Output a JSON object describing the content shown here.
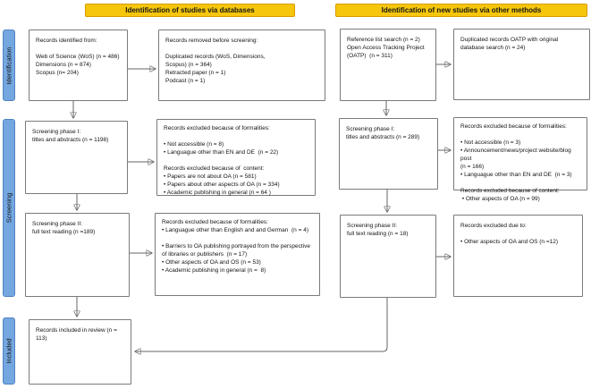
{
  "headers": {
    "databases": "Identification of studies via databases",
    "other_methods": "Identification of new studies via other methods"
  },
  "sidebar": {
    "identification": "Identification",
    "screening": "Screening",
    "included": "Included"
  },
  "boxes": {
    "db_identified": {
      "text": "Records identified from:\n\nWeb of Science (WoS) (n = 486)\nDimensions (n = 874)\nScopus (n= 204)"
    },
    "db_removed": {
      "text": "Records removed before screening:\n\nDuplicated records (WoS, Dimensions,\nScopus) (n = 364)\nRetracted paper (n = 1)\nPodcast (n = 1)"
    },
    "db_screening1": {
      "text": "Screening phase I:\ntitles and abstracts (n = 1198)"
    },
    "db_excluded1": {
      "text": "Records excluded because of formalities:\n\n• Not accessible (n = 8)\n• Languague other than EN and DE  (n = 22)\n\nRecords excluded because of  content:\n• Papers are not about OA (n = 581)\n• Papers about other aspects of OA (n = 334)\n• Academic publishing in general (n = 64 )"
    },
    "db_screening2": {
      "text": "Screening phase II:\nfull text reading (n =189)"
    },
    "db_excluded2": {
      "text": "Records excluded because of formalities:\n• Languague other than English and and German  (n = 4)\n\n• Barriers to OA publishing portrayed from the perspective\nof libraries or publishers  (n = 17)\n• Other aspects of OA and OS (n = 53)\n• Academic publishing in general (n =  8)"
    },
    "included": {
      "text": "Records included in review (n = 113)"
    },
    "other_sources": {
      "text": "Reference list search (n = 2)\nOpen Access Tracking Project\n(OATP)  (n = 311)"
    },
    "other_duplicates": {
      "text": "Duplicated records OATP with original\ndatabase search (n = 24)"
    },
    "other_screening1": {
      "text": "Screening phase I:\ntitles and abstracts (n = 289)"
    },
    "other_excluded1": {
      "text": "Records excluded because of formalities:\n\n• Not accessible (n = 3)\n• Announcement/news/project website/blog post\n(n = 166)\n• Languague other than EN and DE  (n = 3)\n\nRecords excluded because of content:\n • Other aspects of OA (n = 99)"
    },
    "other_screening2": {
      "text": "Screening phase II:\nfull text reading (n = 18)"
    },
    "other_excluded2": {
      "text": "Records excluded due to:\n\n• Other aspects of OA and OS (n =12)"
    }
  },
  "colors": {
    "header_fill": "#F5C60B",
    "header_border": "#D79B00",
    "sidebar_fill": "#74A7E0",
    "sidebar_border": "#5183C4",
    "box_border": "#7A7A7A",
    "connector": "#666666"
  }
}
